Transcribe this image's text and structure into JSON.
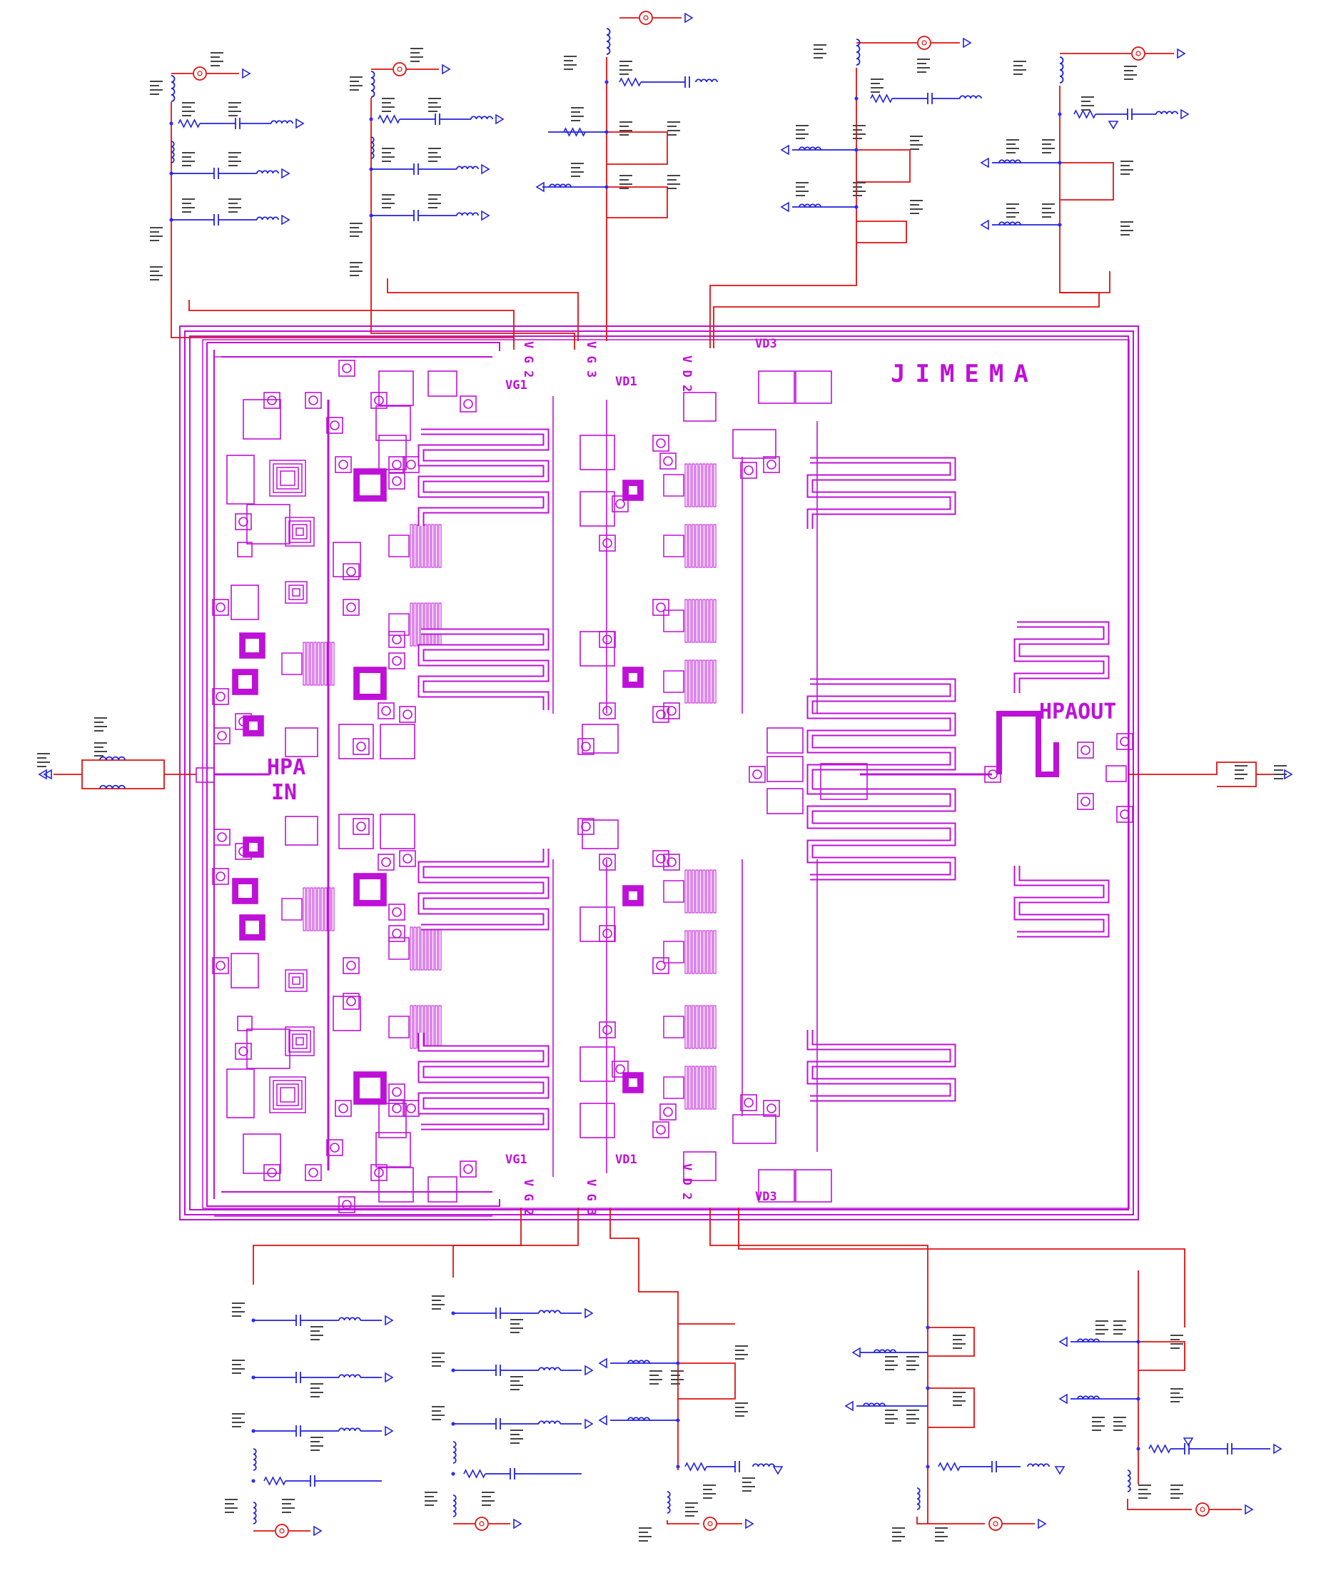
{
  "colors": {
    "layout": "#bf10d8",
    "wire": "#e01010",
    "component": "#2020e0",
    "node": "#3030ff",
    "background": "#ffffff"
  },
  "chip": {
    "title": "JIMEMA",
    "input_port_line1": "HPA",
    "input_port_line2": "IN",
    "output_port": "HPAOUT"
  },
  "top_pins": {
    "vg1": "VG1",
    "vd1": "VD1",
    "vd3": "VD3",
    "v_g2": "V G 2",
    "v_g3": "V G 3",
    "v_d2": "V D 2"
  },
  "bottom_pins": {
    "vg1": "VG1",
    "vd1": "VD1",
    "vd3": "VD3",
    "v_g2": "V G 2",
    "v_g3": "V G 3",
    "v_d2": "V D 2"
  },
  "icons": [
    "dc-source-icon",
    "ground-icon",
    "inductor-icon",
    "capacitor-icon",
    "resistor-icon",
    "port-icon"
  ]
}
